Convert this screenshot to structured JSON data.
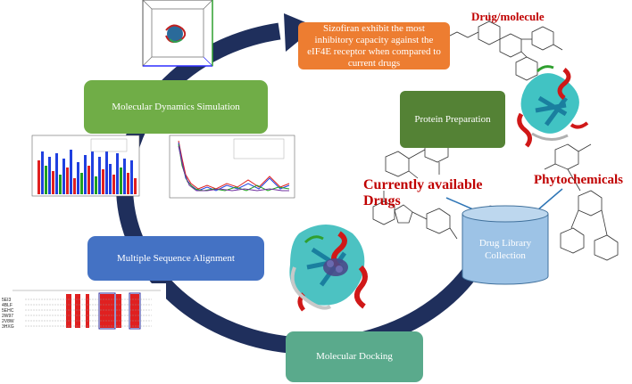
{
  "workflow": {
    "step_md": "Molecular Dynamics Simulation",
    "step_msa": "Multiple Sequence Alignment",
    "step_docking": "Molecular Docking",
    "step_protein": "Protein Preparation",
    "step_library": "Drug Library Collection",
    "result": "Sizofiran exhibit the most inhibitory capacity against the eIF4E receptor when compared to current drugs"
  },
  "labels": {
    "drug_molecule": "Drug/molecule",
    "currently_available_1": "Currently available",
    "currently_available_2": "Drugs",
    "phytochemicals": "Phytochemicals"
  },
  "alignment": {
    "row_ids": [
      "5EI3",
      "4BLF",
      "5EHC",
      "2W97",
      "2V8W",
      "3HXG"
    ]
  },
  "colors": {
    "cycle_arrow": "#1f2f5c",
    "md_box": "#70ad47",
    "msa_box": "#4472c4",
    "docking_box": "#5aaa8c",
    "protein_box": "#548235",
    "result_box": "#ed7d31",
    "library_cylinder": "#9dc3e6",
    "label_red": "#c00000"
  }
}
